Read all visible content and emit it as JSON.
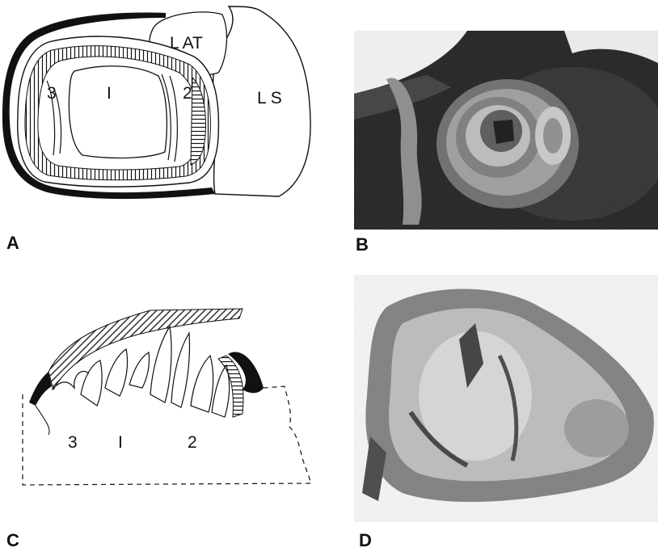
{
  "panels": [
    {
      "letter": "A"
    },
    {
      "letter": "B"
    },
    {
      "letter": "C"
    },
    {
      "letter": "D"
    }
  ],
  "diagram_a": {
    "labels": [
      "L AT",
      "I",
      "2",
      "3",
      "L S"
    ]
  },
  "diagram_c": {
    "labels": [
      "3",
      "I",
      "2"
    ]
  }
}
